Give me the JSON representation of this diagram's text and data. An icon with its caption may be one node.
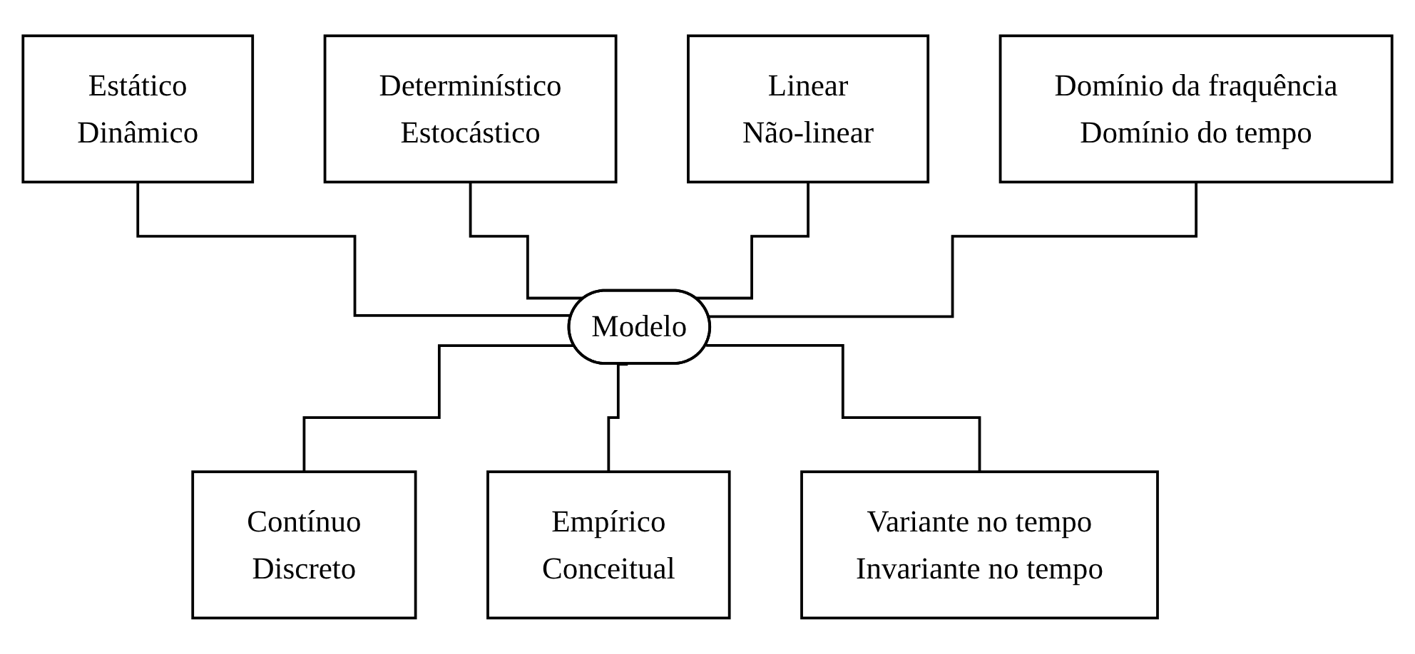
{
  "diagram": {
    "nodes": [
      {
        "text": [
          "Estático",
          "Dinâmico"
        ]
      },
      {
        "text": [
          "Determinístico",
          "Estocástico"
        ]
      },
      {
        "text": [
          "Linear",
          "Não-linear"
        ]
      },
      {
        "text": [
          "Domínio da fraquência",
          "Domínio do tempo"
        ]
      },
      {
        "text": [
          "Modelo"
        ]
      },
      {
        "text": [
          "Contínuo",
          "Discreto"
        ]
      },
      {
        "text": [
          "Empírico",
          "Conceitual"
        ]
      },
      {
        "text": [
          "Variante no tempo",
          "Invariante no tempo"
        ]
      }
    ],
    "edges": [
      {
        "from": 0,
        "to": 4,
        "arrow": "none"
      },
      {
        "from": 1,
        "to": 4,
        "arrow": "none"
      },
      {
        "from": 2,
        "to": 4,
        "arrow": "none"
      },
      {
        "from": 3,
        "to": 4,
        "arrow": "none"
      },
      {
        "from": 4,
        "to": 5,
        "arrow": "none"
      },
      {
        "from": 4,
        "to": 6,
        "arrow": "none"
      },
      {
        "from": 4,
        "to": 7,
        "arrow": "none"
      }
    ]
  }
}
